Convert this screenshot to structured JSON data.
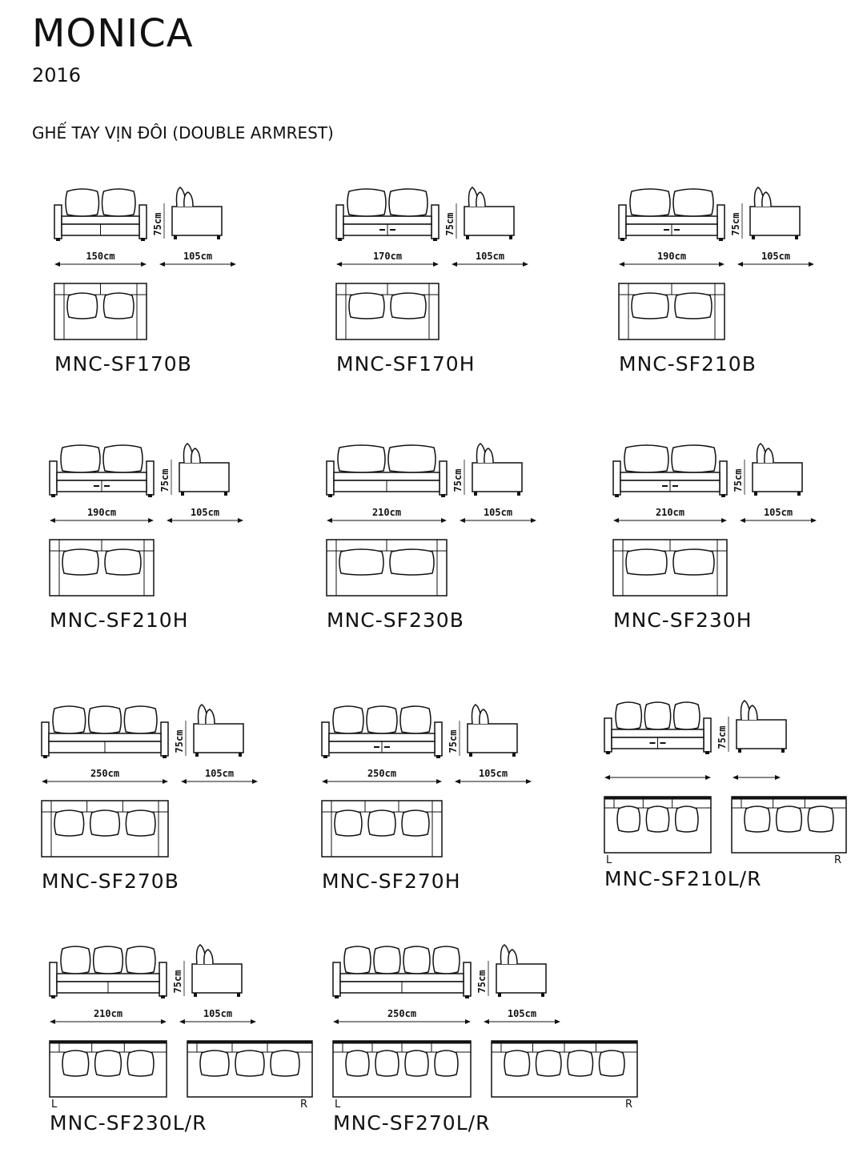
{
  "header": {
    "title": "MONICA",
    "year": "2016",
    "section": "GHẾ TAY VỊN ĐÔI (DOUBLE ARMREST)"
  },
  "common": {
    "height": "75cm",
    "depth": "105cm",
    "left": "L",
    "right": "R"
  },
  "products": [
    {
      "code": "MNC-SF170B",
      "width": "150cm",
      "seats": 2,
      "chaise": false,
      "drawer": false
    },
    {
      "code": "MNC-SF170H",
      "width": "170cm",
      "seats": 2,
      "chaise": false,
      "drawer": true
    },
    {
      "code": "MNC-SF210B",
      "width": "190cm",
      "seats": 2,
      "chaise": false,
      "drawer": true
    },
    {
      "code": "MNC-SF210H",
      "width": "190cm",
      "seats": 2,
      "chaise": false,
      "drawer": true
    },
    {
      "code": "MNC-SF230B",
      "width": "210cm",
      "seats": 2,
      "chaise": false,
      "drawer": false
    },
    {
      "code": "MNC-SF230H",
      "width": "210cm",
      "seats": 2,
      "chaise": false,
      "drawer": true
    },
    {
      "code": "MNC-SF270B",
      "width": "250cm",
      "seats": 3,
      "chaise": false,
      "drawer": false
    },
    {
      "code": "MNC-SF270H",
      "width": "250cm",
      "seats": 3,
      "chaise": false,
      "drawer": true
    },
    {
      "code": "MNC-SF210L/R",
      "width": "",
      "seats": 3,
      "chaise": true,
      "drawer": true
    },
    {
      "code": "MNC-SF230L/R",
      "width": "210cm",
      "seats": 3,
      "chaise": true,
      "drawer": false
    },
    {
      "code": "MNC-SF270L/R",
      "width": "250cm",
      "seats": 4,
      "chaise": true,
      "drawer": false
    }
  ]
}
